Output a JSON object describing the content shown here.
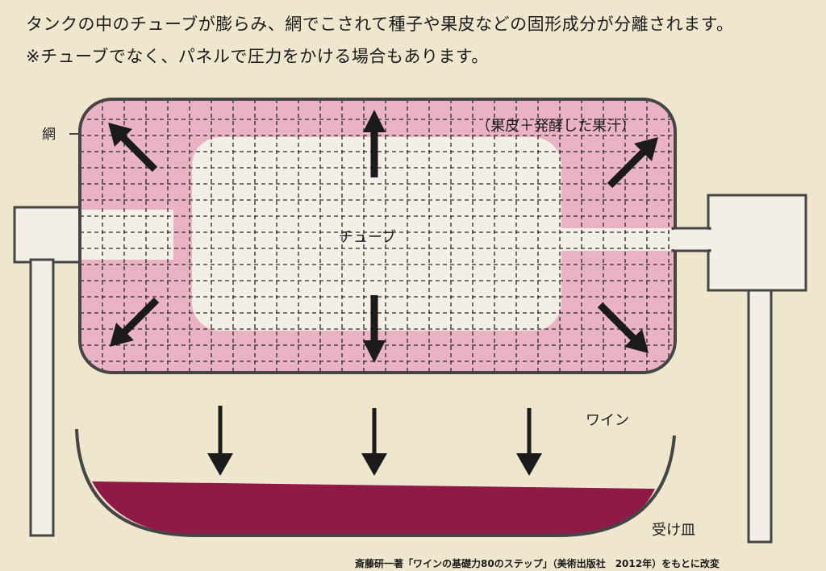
{
  "caption": {
    "line1": "タンクの中のチューブが膨らみ、網でこされて種子や果皮などの固形成分が分離されます。",
    "line2": "※チューブでなく、パネルで圧力をかける場合もあります。"
  },
  "labels": {
    "net": "網",
    "pomace": "（果皮＋発酵した果汁）",
    "tube": "チューブ",
    "wine": "ワイン",
    "tray": "受け皿"
  },
  "credit": "斎藤研一著「ワインの基礎力80のステップ」（美術出版社　2012年）をもとに改変",
  "colors": {
    "background": "#eee6cd",
    "pomace_fill": "#e9b3c3",
    "tube_fill": "#f3eee6",
    "wine_fill": "#8f1a48",
    "outline": "#454545",
    "arrow": "#1b1b1b"
  }
}
